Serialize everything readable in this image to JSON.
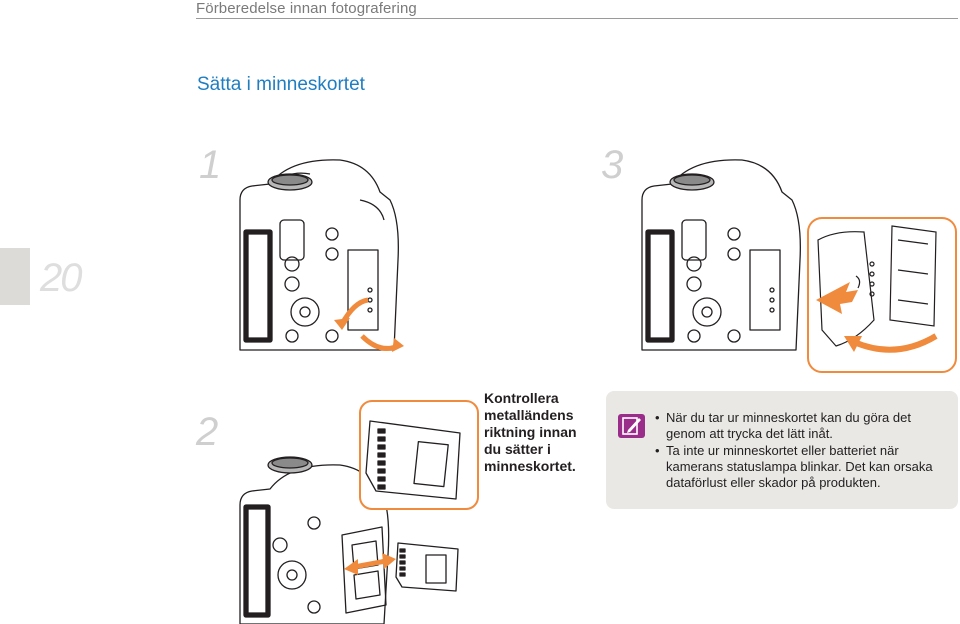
{
  "header": {
    "section_title": "Förberedelse innan fotografering"
  },
  "page": {
    "title": "Sätta i minneskortet",
    "number": "20"
  },
  "steps": [
    {
      "number": "1"
    },
    {
      "number": "2"
    },
    {
      "number": "3"
    }
  ],
  "instruction": {
    "lines": [
      "Kontrollera",
      "metalländens",
      "riktning innan",
      "du sätter i",
      "minneskortet."
    ]
  },
  "note": {
    "icon": "note-pencil-icon",
    "items": [
      "När du tar ur minneskortet kan du göra det genom att trycka det lätt inåt.",
      "Ta inte ur minneskortet eller batteriet när kamerans statuslampa blinkar. Det kan orsaka dataförlust eller skador på produkten."
    ]
  },
  "colors": {
    "title_blue": "#1f7ec1",
    "arrow_orange": "#f08a3c",
    "note_bg": "#e9e8e5",
    "tab_gray": "#dcdbd8"
  }
}
